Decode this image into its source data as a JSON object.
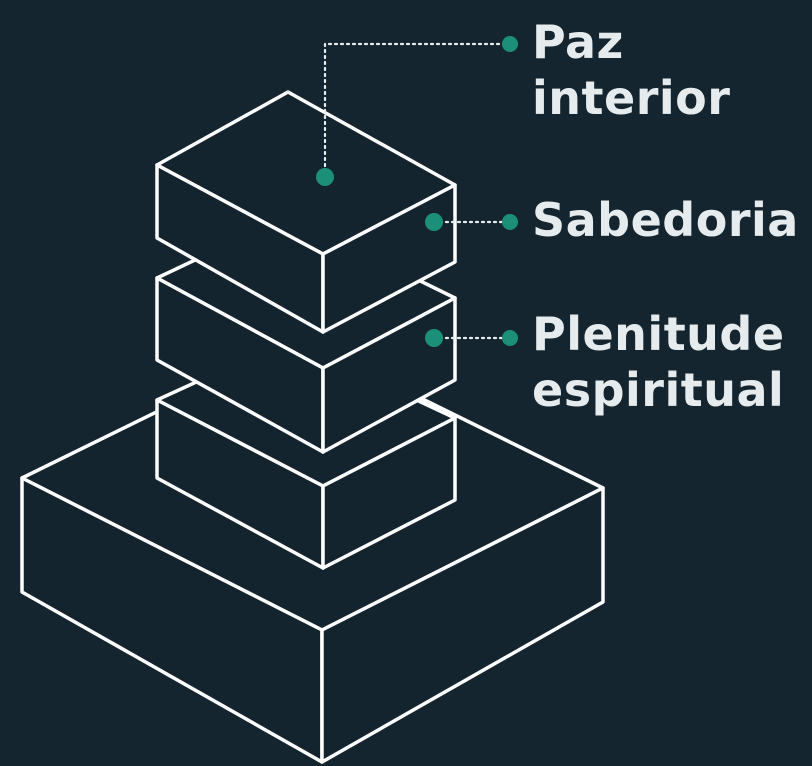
{
  "accent_color": "#1c8f78",
  "background_color": "#14252f",
  "line_color": "#ffffff",
  "labels": {
    "paz_interior": {
      "line1": "Paz",
      "line2": "interior"
    },
    "sabedoria": {
      "line1": "Sabedoria"
    },
    "plenitude_espiritual": {
      "line1": "Plenitude",
      "line2": "espiritual"
    }
  }
}
